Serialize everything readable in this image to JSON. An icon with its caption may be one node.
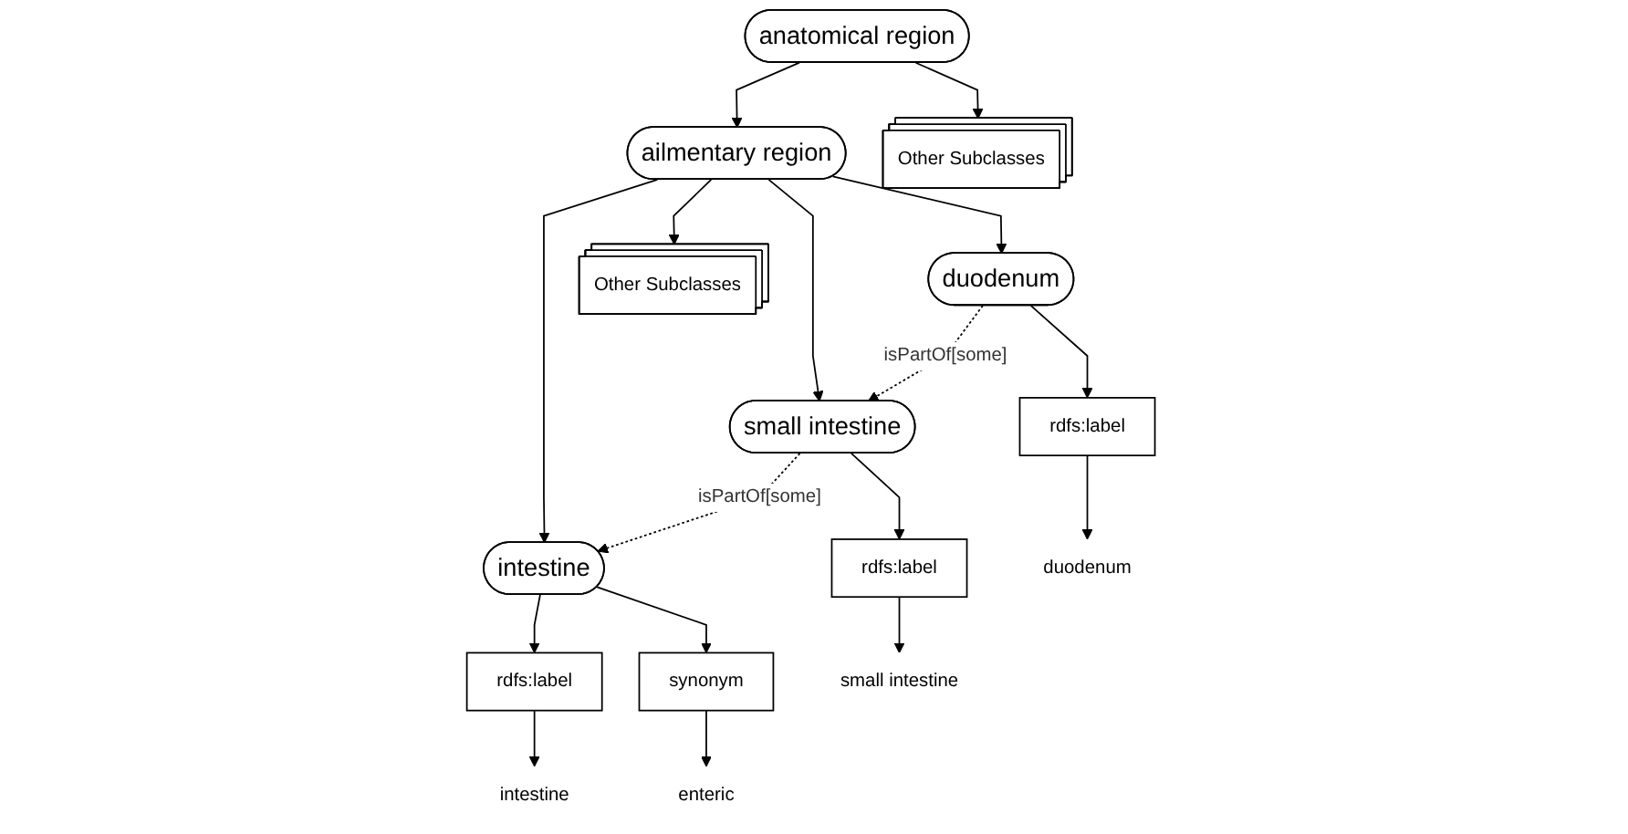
{
  "diagram": {
    "nodes": [
      {
        "text": [
          "anatomical region"
        ]
      },
      {
        "text": [
          "ailmentary region"
        ]
      },
      {
        "text": [
          "Other Subclasses"
        ]
      },
      {
        "text": [
          "duodenum"
        ]
      },
      {
        "text": [
          "small intestine"
        ]
      },
      {
        "text": [
          "intestine"
        ]
      },
      {
        "text": [
          "Other Subclasses"
        ]
      },
      {
        "text": [
          "rdfs:label"
        ]
      },
      {
        "text": [
          "rdfs:label"
        ]
      },
      {
        "text": [
          "rdfs:label"
        ]
      },
      {
        "text": [
          "synonym"
        ]
      },
      {
        "text": [
          "duodenum"
        ]
      },
      {
        "text": [
          "small intestine"
        ]
      },
      {
        "text": [
          "intestine"
        ]
      },
      {
        "text": [
          "enteric"
        ]
      }
    ],
    "edges": [
      {
        "from": 0,
        "to": 1,
        "arrow": "to"
      },
      {
        "from": 0,
        "to": 2,
        "arrow": "to"
      },
      {
        "from": 1,
        "to": 3,
        "arrow": "to"
      },
      {
        "from": 1,
        "to": 4,
        "arrow": "to"
      },
      {
        "from": 1,
        "to": 5,
        "arrow": "to"
      },
      {
        "from": 1,
        "to": 6,
        "arrow": "to"
      },
      {
        "from": 3,
        "to": 4,
        "arrow": "to",
        "style": "dashed",
        "label": "isPartOf[some]"
      },
      {
        "from": 4,
        "to": 5,
        "arrow": "to",
        "style": "dashed",
        "label": "isPartOf[some]"
      },
      {
        "from": 3,
        "to": 7,
        "arrow": "to"
      },
      {
        "from": 4,
        "to": 8,
        "arrow": "to"
      },
      {
        "from": 5,
        "to": 9,
        "arrow": "to"
      },
      {
        "from": 5,
        "to": 10,
        "arrow": "to"
      },
      {
        "from": 7,
        "to": 11,
        "arrow": "to"
      },
      {
        "from": 8,
        "to": 12,
        "arrow": "to"
      },
      {
        "from": 9,
        "to": 13,
        "arrow": "to"
      },
      {
        "from": 10,
        "to": 14,
        "arrow": "to"
      }
    ]
  }
}
